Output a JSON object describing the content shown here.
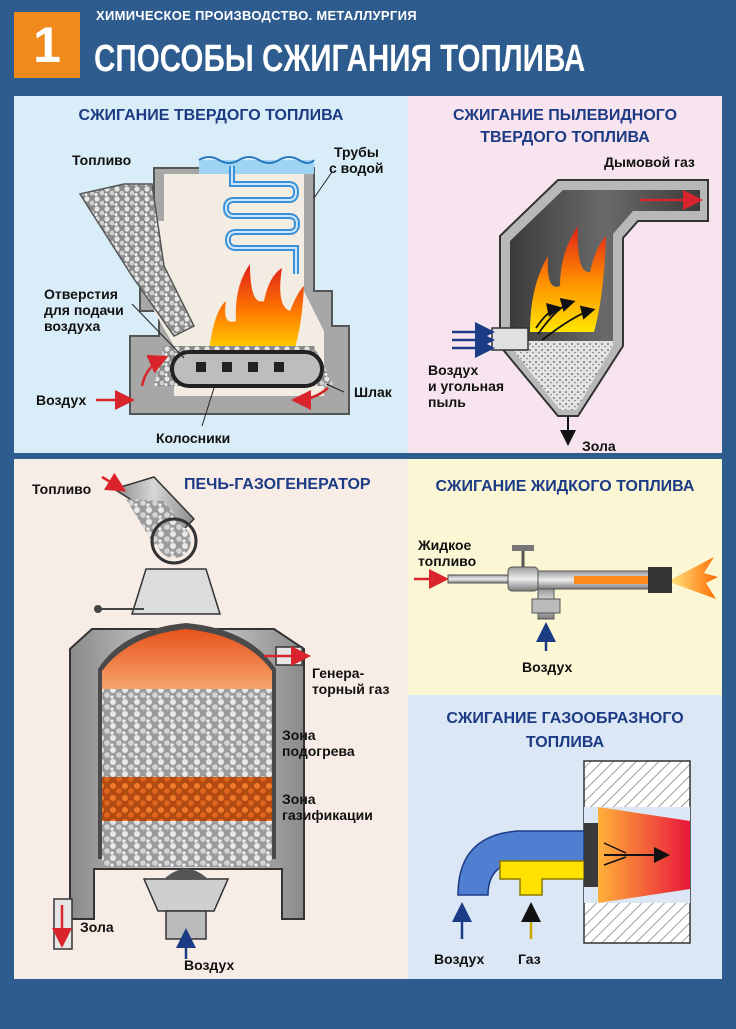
{
  "header": {
    "number": "1",
    "subtitle": "ХИМИЧЕСКОЕ ПРОИЗВОДСТВО. МЕТАЛЛУРГИЯ",
    "title": "СПОСОБЫ СЖИГАНИЯ ТОПЛИВА"
  },
  "solid": {
    "title": "СЖИГАНИЕ ТВЕРДОГО ТОПЛИВА",
    "fuel": "Топливо",
    "pipes_1": "Трубы",
    "pipes_2": "с водой",
    "holes_1": "Отверстия",
    "holes_2": "для подачи",
    "holes_3": "воздуха",
    "air": "Воздух",
    "slag": "Шлак",
    "grates": "Колосники"
  },
  "dust": {
    "title_1": "СЖИГАНИЕ ПЫЛЕВИДНОГО",
    "title_2": "ТВЕРДОГО ТОПЛИВА",
    "flue": "Дымовой газ",
    "air_1": "Воздух",
    "air_2": "и угольная",
    "air_3": "пыль",
    "ash": "Зола"
  },
  "gasgen": {
    "title": "ПЕЧЬ-ГАЗОГЕНЕРАТОР",
    "fuel": "Топливо",
    "gen_1": "Генера-",
    "gen_2": "торный газ",
    "heat_1": "Зона",
    "heat_2": "подогрева",
    "gas_1": "Зона",
    "gas_2": "газификации",
    "ash": "Зола",
    "air": "Воздух"
  },
  "liquid": {
    "title": "СЖИГАНИЕ ЖИДКОГО ТОПЛИВА",
    "fuel_1": "Жидкое",
    "fuel_2": "топливо",
    "air": "Воздух"
  },
  "gaseous": {
    "title_1": "СЖИГАНИЕ ГАЗООБРАЗНОГО",
    "title_2": "ТОПЛИВА",
    "air": "Воздух",
    "gas": "Газ"
  },
  "colors": {
    "background": "#2f5c8e",
    "accent": "#f08a1c",
    "title_blue": "#1c3b85",
    "arrow_red": "#d8242a"
  }
}
